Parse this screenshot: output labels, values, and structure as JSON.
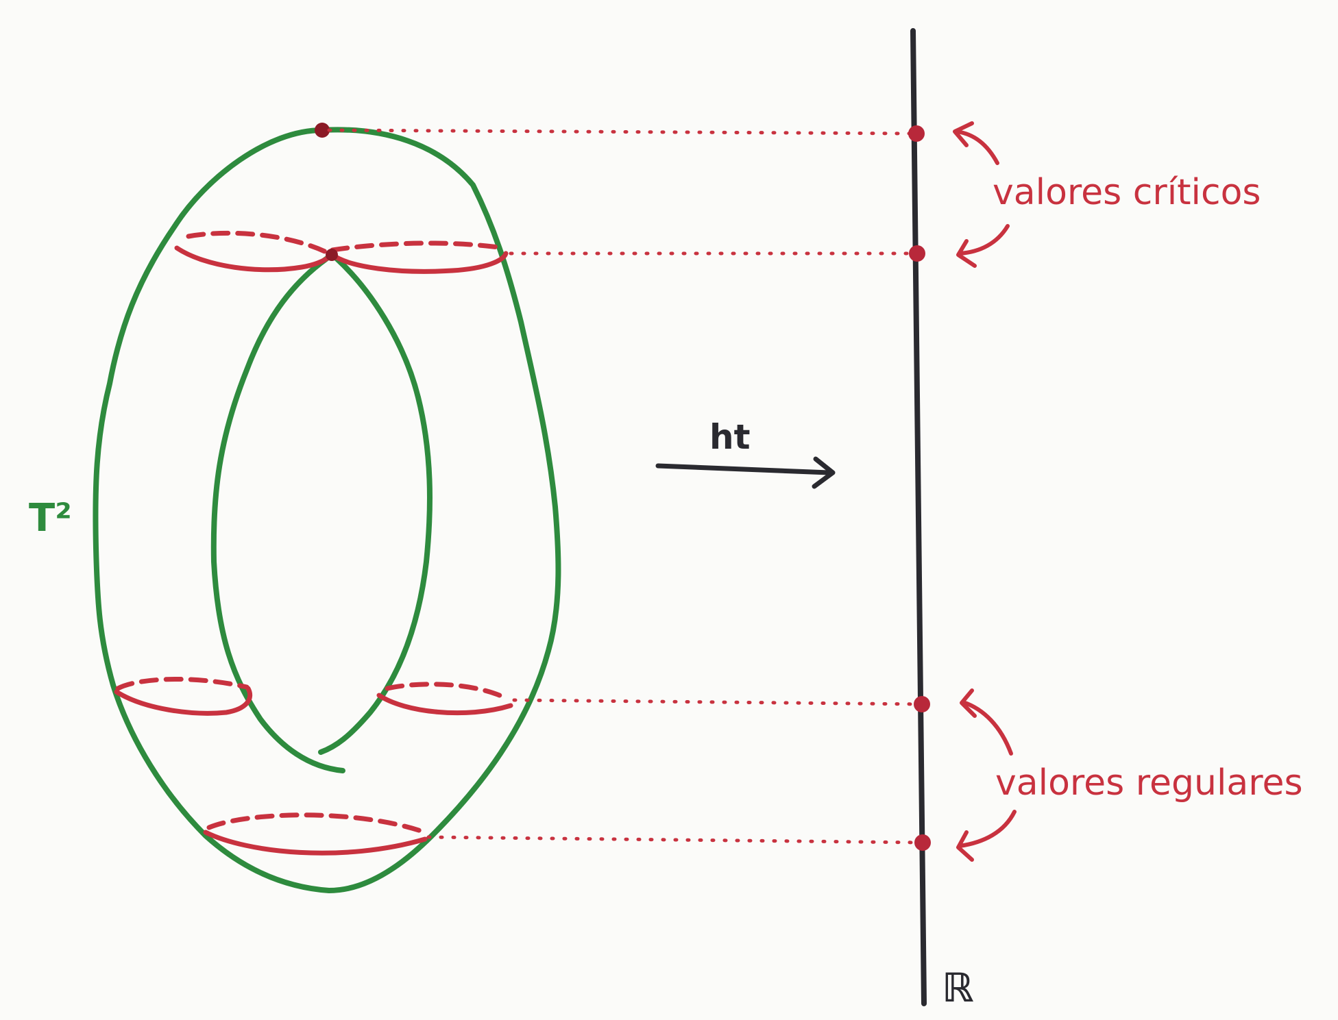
{
  "labels": {
    "torus": "T²",
    "map": "ht",
    "real_line": "ℝ",
    "critical_values": "valores críticos",
    "regular_values": "valores regulares"
  },
  "colors": {
    "torus": "#2e8b3e",
    "level_sets": "#c8323f",
    "axis": "#2a2a30",
    "background": "#fbfbf9"
  }
}
